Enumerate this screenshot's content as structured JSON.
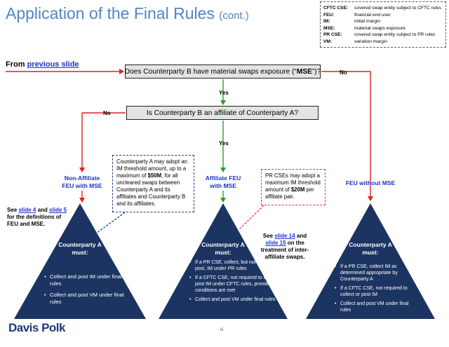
{
  "title": {
    "main": "Application of the Final Rules",
    "cont": "(cont.)"
  },
  "glossary": [
    {
      "term": "CFTC CSE:",
      "def": "covered swap entity subject to CFTC rules"
    },
    {
      "term": "FEU:",
      "def": "financial end user"
    },
    {
      "term": "IM:",
      "def": "initial margin"
    },
    {
      "term": "MSE:",
      "def": "material swaps exposure"
    },
    {
      "term": "PR CSE:",
      "def": "covered swap entity subject to PR rules"
    },
    {
      "term": "VM:",
      "def": "variation margin"
    }
  ],
  "from": {
    "prefix": "From ",
    "link": "previous slide"
  },
  "q1": {
    "before": "Does Counterparty B have material swaps exposure (“",
    "bold": "MSE",
    "after": "”)?"
  },
  "q2": {
    "text": "Is Counterparty B an affiliate of Counterparty A?"
  },
  "labels": {
    "yes1": "Yes",
    "yes2": "Yes",
    "no1": "No",
    "no2": "No"
  },
  "headers": {
    "left": [
      "Non-Affiliate",
      "FEU with MSE"
    ],
    "mid": [
      "Affiliate FEU",
      "with MSE"
    ],
    "right": "FEU without MSE"
  },
  "note_left": {
    "see": "See ",
    "link1": "slide 4",
    "and": " and ",
    "link2": "slide 5",
    "rest": [
      "for the definitions of",
      "FEU and MSE."
    ]
  },
  "note_mid": {
    "see": "See ",
    "link1": "slide 14",
    "and": " and",
    "link2": "slide 15",
    "rest1": "  on the",
    "rest": [
      "treatment of inter-",
      "affiliate swaps."
    ]
  },
  "callout1": {
    "before": "Counterparty A may adopt an IM threshold amount, up to a maximum of ",
    "bold": "$50M",
    "after": ", for all uncleared swaps between Counterparty A and its affiliates and Counterparty B and its affiliates."
  },
  "callout2": {
    "before": "PR CSEs may adopt a maximum IM threshold amount of ",
    "bold": "$20M",
    "after": " per affiliate pair."
  },
  "triangles": [
    {
      "must": [
        "Counterparty A",
        "must:"
      ],
      "bullets": [
        "Collect and post IM under final rules",
        "Collect and post VM under final rules"
      ]
    },
    {
      "must": [
        "Counterparty A",
        "must:"
      ],
      "bullets": [
        "If a PR CSE, collect, but not required to post, IM under PR rules",
        "If a CFTC CSE, not required to collect or post  IM under CFTC rules, provided conditions are met",
        "Collect and post VM under final rules"
      ]
    },
    {
      "must": [
        "Counterparty A",
        "must:"
      ],
      "bullets": [
        "If a PR CSE, collect IM as determined appropriate by Counterparty A",
        "If a CFTC CSE, not required to collect or post IM",
        "Collect and post VM under final rules"
      ]
    }
  ],
  "footer": {
    "logo": "Davis Polk",
    "page": "iii"
  },
  "colors": {
    "red_arrow": "#e02020",
    "green_arrow": "#2aa02a",
    "triangle": "#1c3461",
    "title": "#4f86c6",
    "link": "#1b33c8",
    "callout_blue": "#1f3a7a",
    "callout_pink": "#e8268a"
  }
}
